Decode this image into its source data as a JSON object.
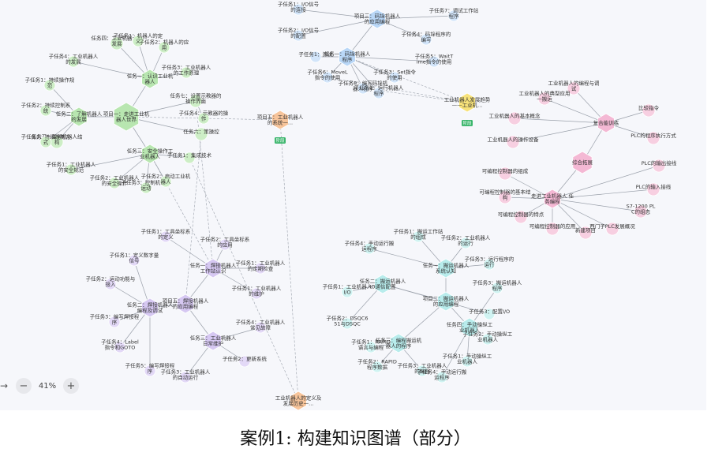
{
  "zoom": {
    "level": "41%",
    "minus": "−",
    "plus": "+",
    "arrow": "→"
  },
  "caption": "案例1: 构建知识图谱（部分）",
  "colors": {
    "green_hub": "#b8e6b0",
    "green_leaf": "#cdeec6",
    "blue_hub": "#b9d7f7",
    "blue_leaf": "#d2e5fa",
    "purple_hub": "#d6c8f2",
    "purple_leaf": "#e3d9f7",
    "teal_hub": "#b8ecec",
    "teal_leaf": "#d0f3f2",
    "pink_hub": "#f4b8d4",
    "pink_leaf": "#f7cfe1",
    "orange_hub": "#f7c49a",
    "yellow_hub": "#f7e27a",
    "edge": "#9aa0aa",
    "tag": "#38b56a"
  },
  "nodes": {
    "g_center": {
      "label": "项目一：走进工业机器人世界"
    },
    "g_t1": {
      "label": "任务一：认识工业机器人"
    },
    "g_t2": {
      "label": "任务二：了解机器人的发展"
    },
    "g_t3": {
      "label": "任务三：安全操作工业机器人"
    },
    "g_t4": {
      "label": "任务四：工业机器人的发展"
    },
    "g_t5": {
      "label": "任务五：理解机器人结构"
    },
    "g_t6": {
      "label": "任务六：策操控"
    },
    "g_t7": {
      "label": "任务七：设置示教器的操作界面"
    },
    "g_s1": {
      "label": "子任务1：机器人的定义"
    },
    "g_s2": {
      "label": "子任务2：机器人的应用"
    },
    "g_s3": {
      "label": "子任务3：工业机器人的工作原理"
    },
    "g_s4": {
      "label": "子任务4：工业机器人的发展"
    },
    "g_s5": {
      "label": "子任务1：持续操作规范"
    },
    "g_s6": {
      "label": "子任务2：持续控制系统"
    },
    "g_s7": {
      "label": "子任务3：持续控制方式"
    },
    "g_s8": {
      "label": "子任务1：工业机器人的安全规范"
    },
    "g_s9": {
      "label": "子任务2：工业机器人的安全操作"
    },
    "g_s10": {
      "label": "子任务3：控制机器人运动"
    },
    "g_s11": {
      "label": "子任务1：集成技术"
    },
    "g_s12": {
      "label": "子任务2：启动工业机器人"
    },
    "g_s13": {
      "label": "子任务4：示教器的操作"
    },
    "b_center": {
      "label": "项目三：码垛机器人的应用编程"
    },
    "b_t1": {
      "label": "任务一：码垛机器人程序"
    },
    "b_s1": {
      "label": "子任务1：I/O信号的连接"
    },
    "b_s2": {
      "label": "子任务2：I/O信号的配置"
    },
    "b_s3": {
      "label": "子任务3：Set指令的使用"
    },
    "b_s4": {
      "label": "子任务4：码垛程序的编写"
    },
    "b_s5": {
      "label": "子任务5：WaitTime指令的使用"
    },
    "b_s6": {
      "label": "子任务6：MoveL指令的使用"
    },
    "b_s7": {
      "label": "子任务7：调试工作站程序"
    },
    "b_s8": {
      "label": "子任务8：编写码垛机器人程序"
    },
    "b_s9": {
      "label": "子任务1：测试"
    },
    "b_s10": {
      "label": "子任务2：运行机器人程序"
    },
    "o_center": {
      "label": "项目五：工业机器人的系统一...",
      "tag": "阶段"
    },
    "y_center": {
      "label": "工业机器人发展趋势——工业机...",
      "tag": "阶段"
    },
    "o_bottom": {
      "label": "工业机器人的定义及发展历史一..."
    },
    "k_center": {
      "label": "综合拓展"
    },
    "k_hub1": {
      "label": "复合能训练"
    },
    "k_hub2": {
      "label": "走进工业机器人 任务编程"
    },
    "k_s1": {
      "label": "工业机器人的编程与调试"
    },
    "k_s2": {
      "label": "工业机器人的典型应用一搬运"
    },
    "k_s3": {
      "label": "工业机器人的基本概念"
    },
    "k_s4": {
      "label": "工业机器人的操作设备"
    },
    "k_s5": {
      "label": "比较指令"
    },
    "k_s6": {
      "label": "PLC的程序执行方式"
    },
    "k_s7": {
      "label": "PLC的输出接线"
    },
    "k_s8": {
      "label": "PLC的输入接线"
    },
    "k_s9": {
      "label": "S7-1200 PLC的组态"
    },
    "k_s10": {
      "label": "西门子PLC发展概况"
    },
    "k_s11": {
      "label": "新建项目"
    },
    "k_s12": {
      "label": "可编程控制器的组成"
    },
    "k_s13": {
      "label": "可编程控制器的基本结构"
    },
    "k_s14": {
      "label": "可编程控制器的特点"
    },
    "k_s15": {
      "label": "可编程控制器的应用"
    },
    "p_center": {
      "label": "项目五：焊接机器人的应用编程"
    },
    "p_t1": {
      "label": "任务一：焊接机器人工作站认识"
    },
    "p_t2": {
      "label": "任务二：焊接机器人编程及调试"
    },
    "p_t3": {
      "label": "任务三：工业机器人日常维护"
    },
    "p_s1": {
      "label": "子任务1：工具坐标系的定义"
    },
    "p_s2": {
      "label": "子任务2：工具坐标系的应用"
    },
    "p_s3": {
      "label": "子任务1：定义数字量信号"
    },
    "p_s4": {
      "label": "子任务2：运动功能与接入"
    },
    "p_s5": {
      "label": "子任务3：编写焊接程序"
    },
    "p_s6": {
      "label": "子任务4：Label指令和GOTO"
    },
    "p_s7": {
      "label": "子任务5：编写焊接程序"
    },
    "p_s8": {
      "label": "子任务1：工业机器人的定期检查"
    },
    "p_s9": {
      "label": "子任务2：更新系统"
    },
    "p_s10": {
      "label": "子任务3：工业机器人的自动运行"
    },
    "p_s11": {
      "label": "子任务1：工业机器人的维护"
    },
    "p_s12": {
      "label": "子任务4：工业机器人常见故障"
    },
    "t_center": {
      "label": "项目二：搬运机器人的应用编程"
    },
    "t_t1": {
      "label": "任务一：搬运机器人系统认知"
    },
    "t_t2": {
      "label": "任务二：搬运机器人IO通信配置"
    },
    "t_t3": {
      "label": "任务三：编程搬运机器人的程序"
    },
    "t_t4": {
      "label": "任务四：手动操纵工业机器人"
    },
    "t_s1": {
      "label": "子任务1：搬运工作站的组成"
    },
    "t_s2": {
      "label": "子任务2：工业机器人的运行"
    },
    "t_s3": {
      "label": "子任务3：运行程序的运行"
    },
    "t_s4": {
      "label": "子任务4：手动运行搬运程序"
    },
    "t_s5": {
      "label": "子任务1：工业机器人I/O"
    },
    "t_s6": {
      "label": "子任务2：DSQC651与DSQC"
    },
    "t_s7": {
      "label": "子任务3：配置I/O"
    },
    "t_s8": {
      "label": "子任务1：RAPID语言与编程"
    },
    "t_s9": {
      "label": "子任务2：RAPID程序数据"
    },
    "t_s10": {
      "label": "子任务3：工业机器人的编程"
    },
    "t_s11": {
      "label": "子任务1：手动操纵工业机器人"
    },
    "t_s12": {
      "label": "子任务2：手动操纵工业机器人"
    },
    "t_s13": {
      "label": "子任务3：搬运机器人程序"
    },
    "t_s14": {
      "label": "子任务4：手动运行搬运程序"
    }
  }
}
